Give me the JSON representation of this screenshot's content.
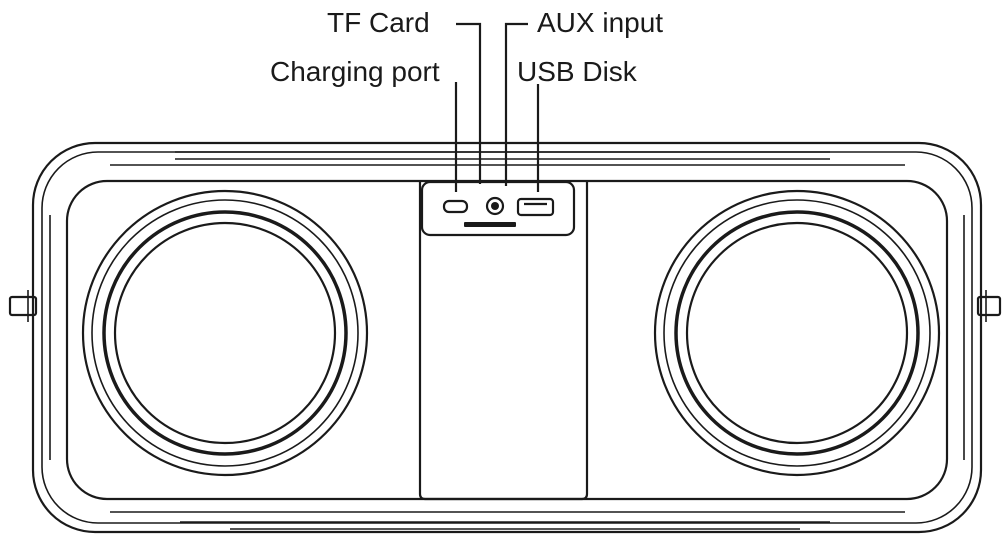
{
  "labels": {
    "tf_card": "TF Card",
    "aux_input": "AUX input",
    "charging_port": "Charging port",
    "usb_disk": "USB Disk"
  },
  "colors": {
    "line": "#1a1a1a",
    "background": "#ffffff"
  }
}
